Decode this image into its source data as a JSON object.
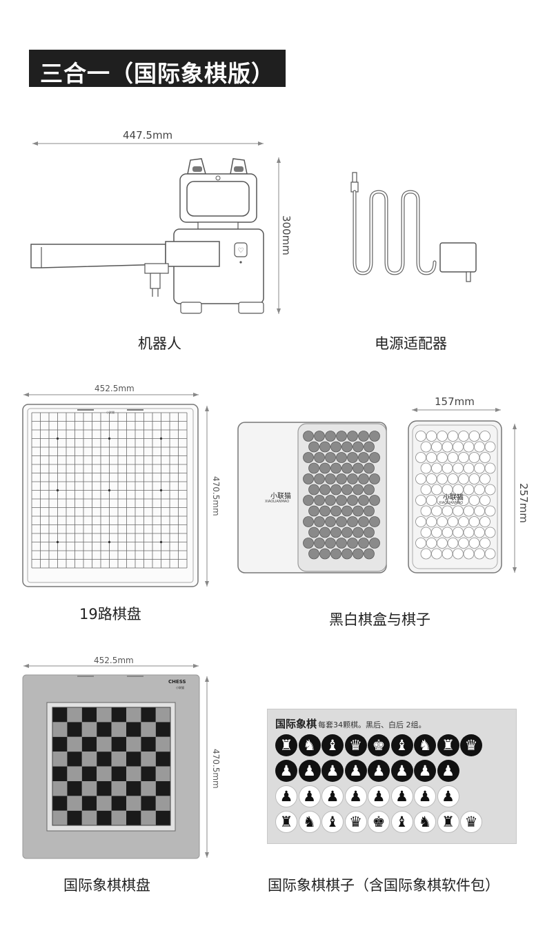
{
  "header": {
    "title": "三合一（国际象棋版）"
  },
  "robot": {
    "caption": "机器人",
    "width_label": "447.5mm",
    "height_label": "300mm"
  },
  "adapter": {
    "caption": "电源适配器"
  },
  "go_board": {
    "caption": "19路棋盘",
    "width_label": "452.5mm",
    "height_label": "470.5mm",
    "brand": "小联猫"
  },
  "go_box": {
    "caption": "黑白棋盒与棋子",
    "width_label": "157mm",
    "height_label": "257mm",
    "brand": "小联猫",
    "brand_sub": "XIAOLIANMAO"
  },
  "chess_board": {
    "caption": "国际象棋棋盘",
    "width_label": "452.5mm",
    "height_label": "470.5mm",
    "logo": "CHESS",
    "logo_sub": "小联猫"
  },
  "chess_pieces": {
    "caption": "国际象棋棋子（含国际象棋软件包）",
    "panel_title": "国际象棋",
    "panel_note": "每套34颗棋。黑后、白后 2组。",
    "rows": [
      {
        "style": "black",
        "pieces": [
          "♜",
          "♞",
          "♝",
          "♛",
          "♚",
          "♝",
          "♞",
          "♜",
          "♛"
        ]
      },
      {
        "style": "black",
        "pieces": [
          "♟",
          "♟",
          "♟",
          "♟",
          "♟",
          "♟",
          "♟",
          "♟"
        ]
      },
      {
        "style": "white",
        "pieces": [
          "♟",
          "♟",
          "♟",
          "♟",
          "♟",
          "♟",
          "♟",
          "♟"
        ]
      },
      {
        "style": "white",
        "pieces": [
          "♜",
          "♞",
          "♝",
          "♛",
          "♚",
          "♝",
          "♞",
          "♜",
          "♛"
        ]
      }
    ]
  }
}
